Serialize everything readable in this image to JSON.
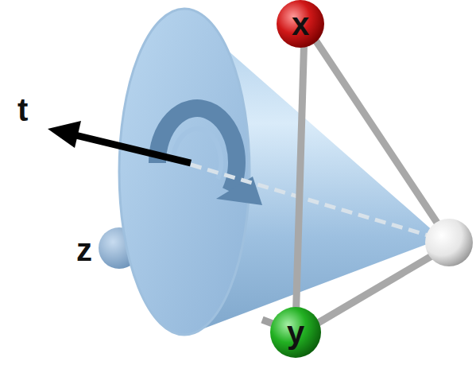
{
  "diagram": {
    "labels": [
      "t",
      "z",
      "x",
      "y"
    ]
  }
}
